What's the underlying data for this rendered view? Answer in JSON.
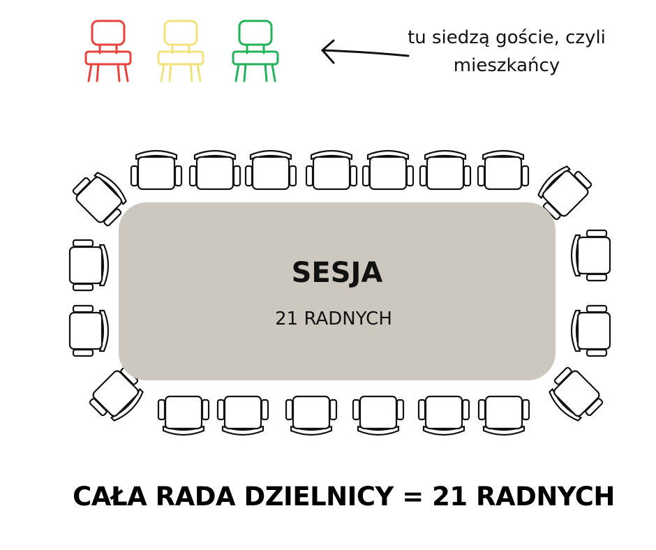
{
  "guest_note": {
    "line1": "tu siedzą goście, czyli",
    "line2": "mieszkańcy"
  },
  "table": {
    "title": "SESJA",
    "subtitle": "21 RADNYCH",
    "color": "#cdc8bf"
  },
  "guest_chairs": [
    {
      "color": "#e8413c"
    },
    {
      "color": "#f3e27a"
    },
    {
      "color": "#22b35a"
    }
  ],
  "council_seat_count": 21,
  "footer": "CAŁA RADA DZIELNICY = 21 RADNYCH"
}
